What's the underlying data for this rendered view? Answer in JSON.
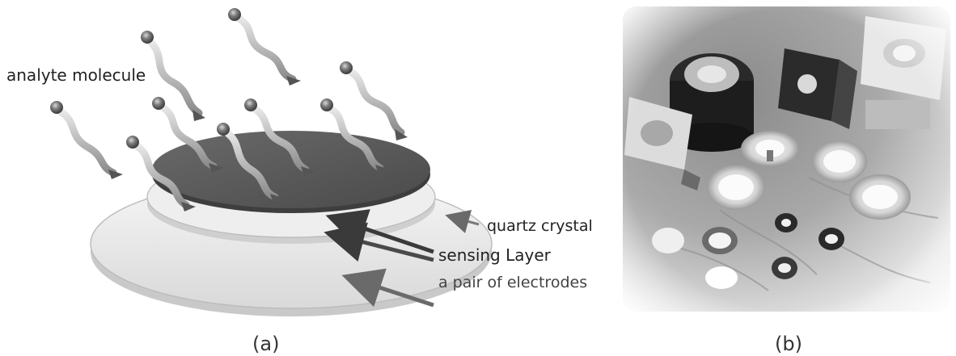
{
  "panel_a": {
    "labels": {
      "analyte": "analyte molecule",
      "quartz": "quartz crystal",
      "sensing": "sensing Layer",
      "electrodes": "a pair of electrodes"
    },
    "caption": "(a)"
  },
  "panel_b": {
    "caption": "(b)"
  }
}
